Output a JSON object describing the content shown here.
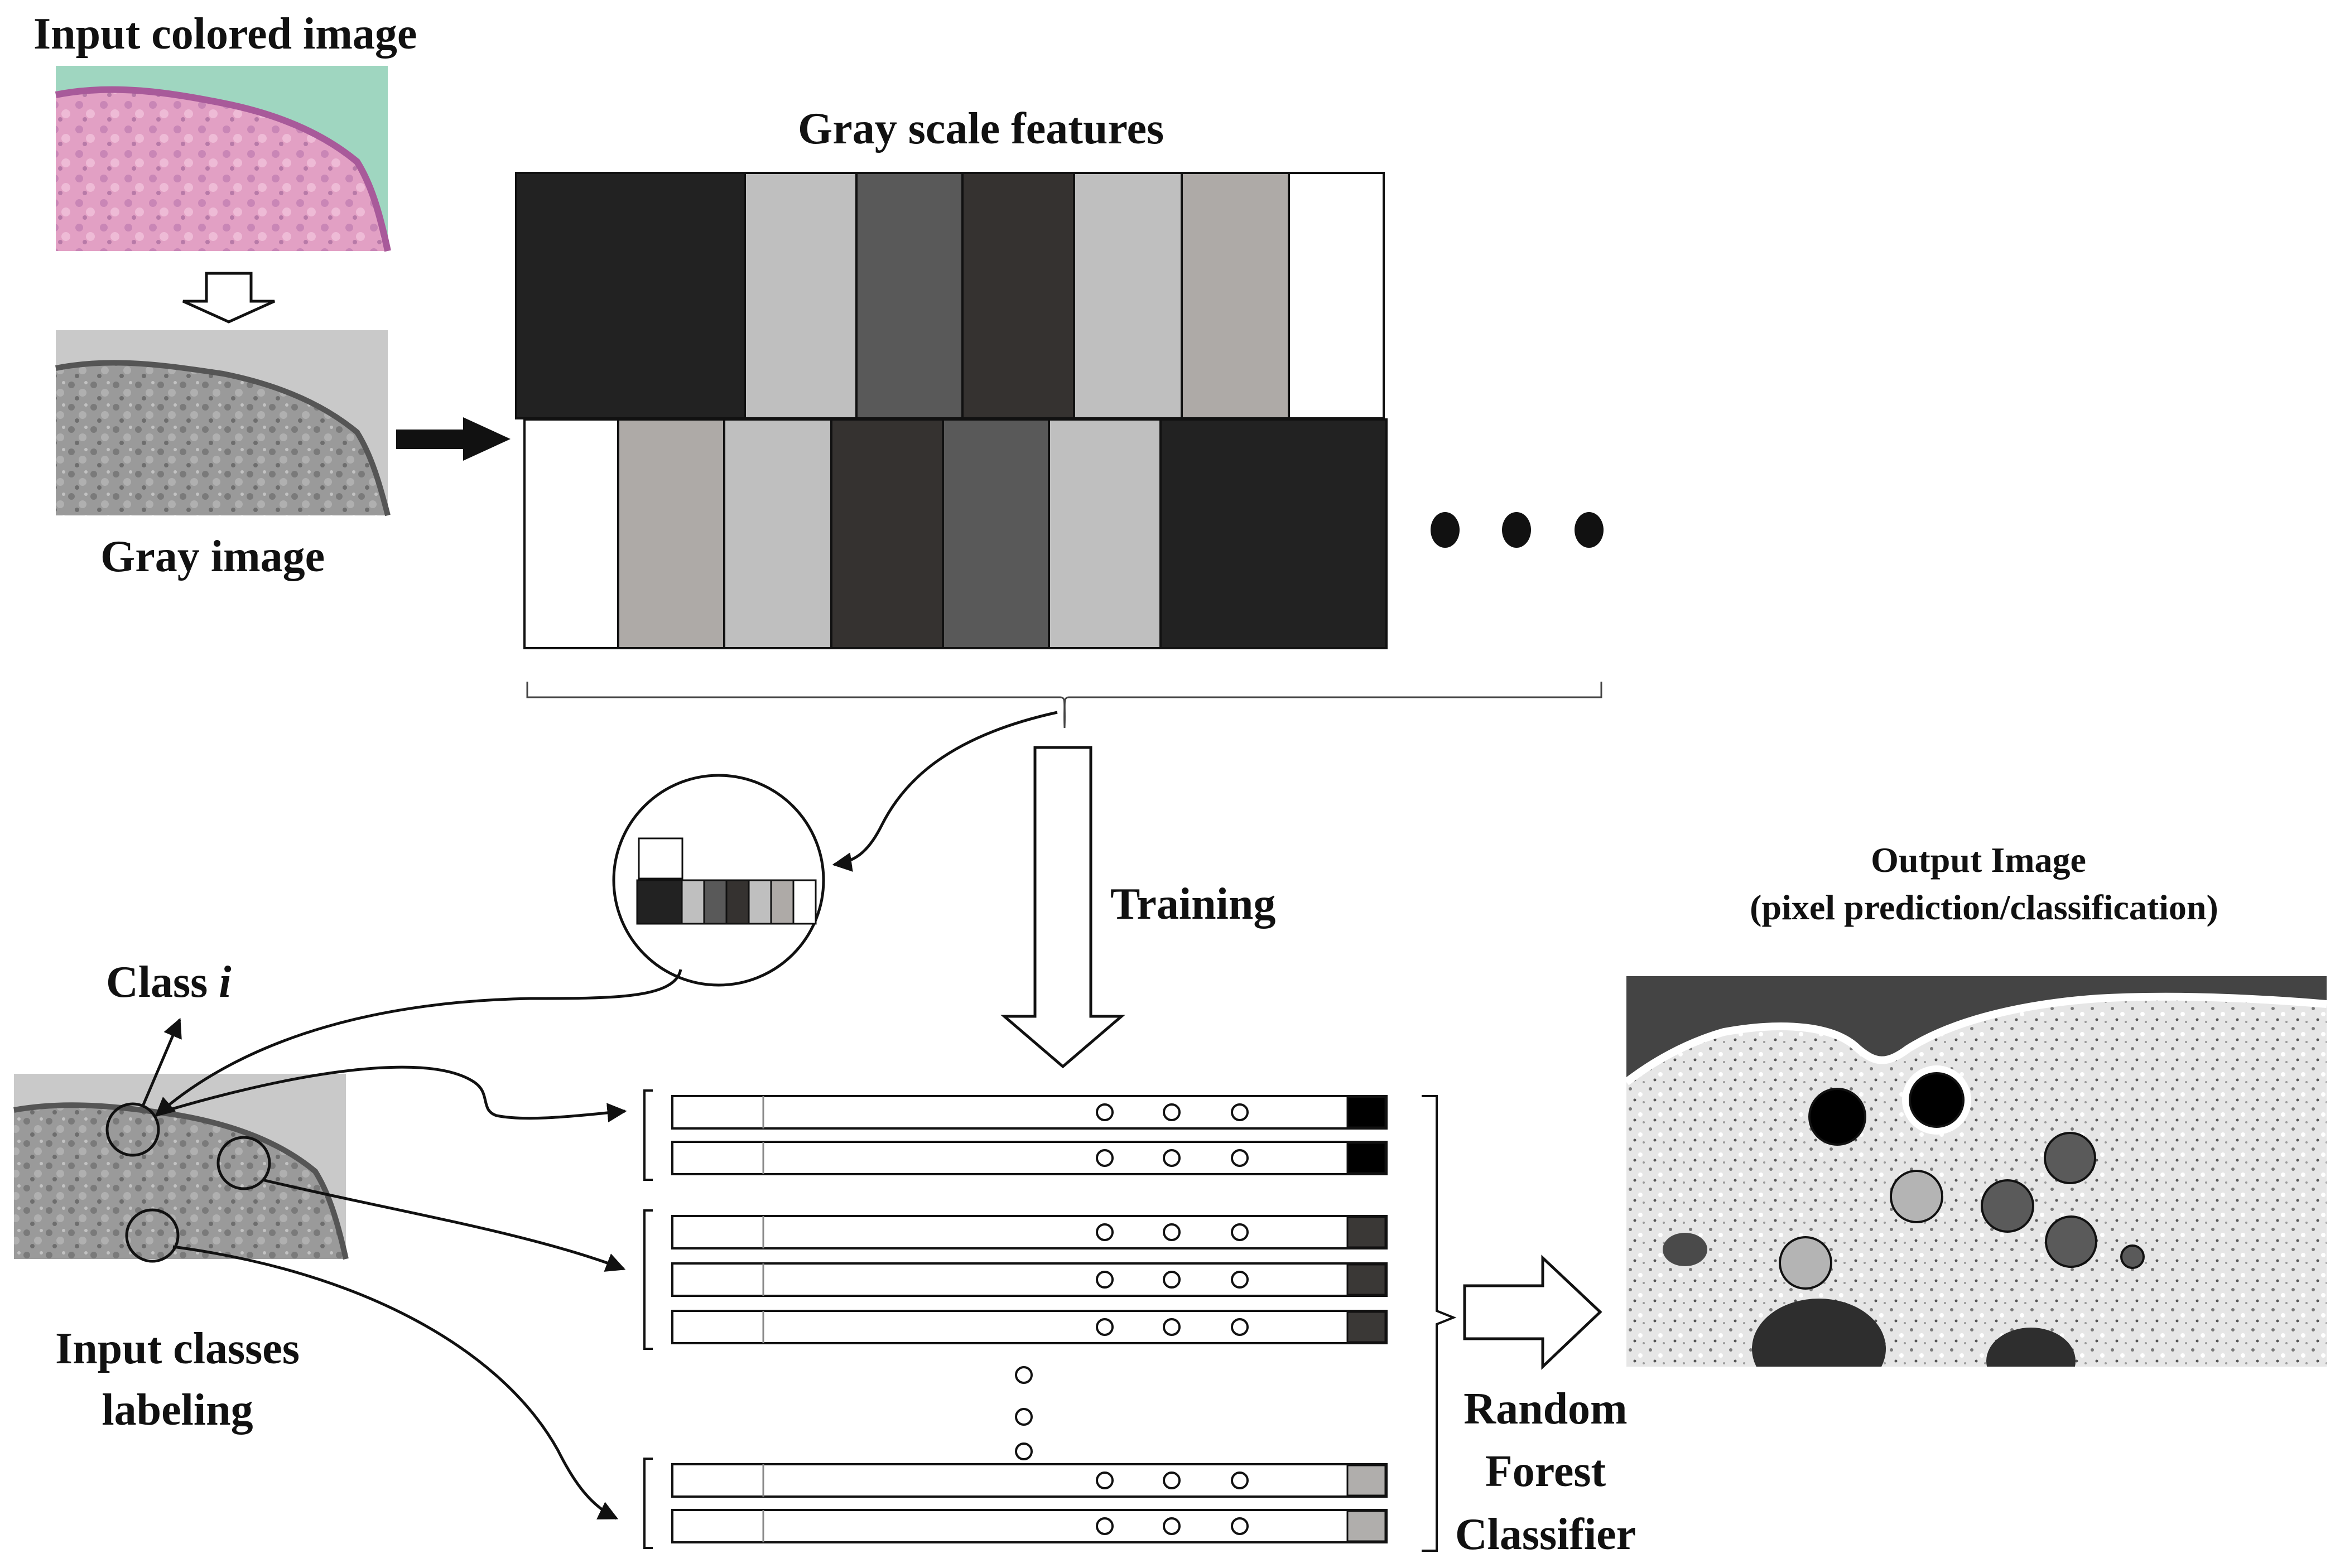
{
  "labels": {
    "input_colored": "Input colored image",
    "gray_image": "Gray image",
    "gray_features": "Gray scale features",
    "training": "Training",
    "class_prefix": "Class ",
    "class_var": "i",
    "input_classes_line1": "Input classes",
    "input_classes_line2": "labeling",
    "output_line1": "Output Image",
    "output_line2": "(pixel prediction/classification)",
    "rf_line1": "Random",
    "rf_line2": "Forest",
    "rf_line3": "Classifier"
  },
  "colors": {
    "stroke": "#111111",
    "stain_pink": "#e2a0c4",
    "stain_purple": "#a85a9a",
    "stain_bg": "#9fd6c0",
    "gray_tissue": "#8c8c8c",
    "gray_bg": "#c9c9c9"
  },
  "feature_strip": {
    "row1": [
      "#222222",
      "#bfbfbf",
      "#595959",
      "#353230",
      "#bfbfbf",
      "#aeaaa7",
      "#ffffff"
    ],
    "row2": [
      "#ffffff",
      "#aeaaa7",
      "#bfbfbf",
      "#353230",
      "#595959",
      "#bfbfbf",
      "#222222"
    ]
  },
  "zoom_vector": [
    "#222222",
    "#bfbfbf",
    "#595959",
    "#353230",
    "#bfbfbf",
    "#aeaaa7",
    "#ffffff"
  ],
  "training_groups": [
    {
      "class_color": "#000000",
      "rows": 2
    },
    {
      "class_color": "#3a3836",
      "rows": 3
    },
    {
      "class_color": "#b0aeac",
      "rows": 2
    }
  ],
  "output_markers": [
    {
      "fill": "#000000"
    },
    {
      "fill": "#000000"
    },
    {
      "fill": "#5a5a5a"
    },
    {
      "fill": "#b4b4b4"
    },
    {
      "fill": "#5a5a5a"
    },
    {
      "fill": "#5a5a5a"
    },
    {
      "fill": "#5a5a5a"
    },
    {
      "fill": "#b4b4b4"
    }
  ]
}
